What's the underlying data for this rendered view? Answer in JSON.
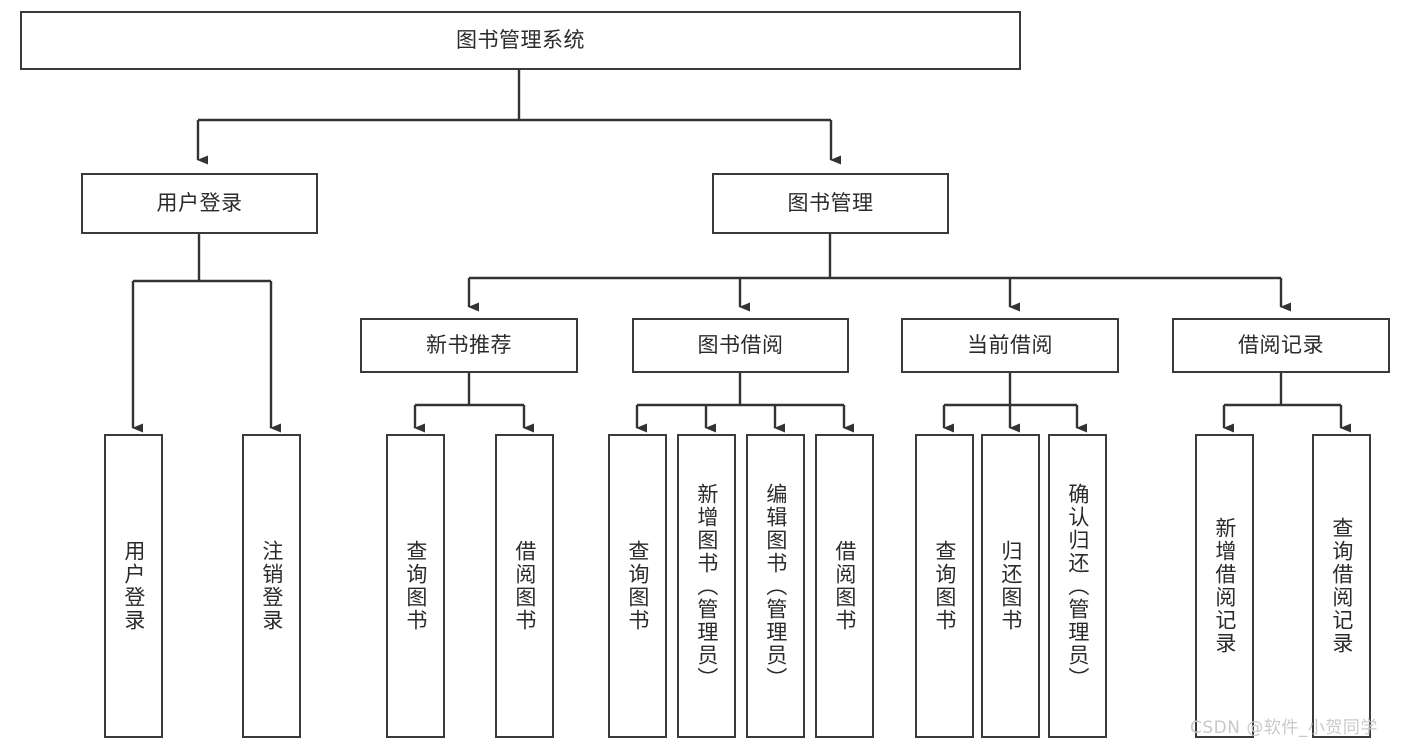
{
  "diagram": {
    "type": "hierarchy-tree",
    "title": "图书管理系统",
    "watermark": "CSDN @软件_小贺同学",
    "colors": {
      "border": "#3a3a3a",
      "text": "#2b2b2b",
      "background": "#ffffff",
      "edge": "#333333",
      "watermark": "#c9c9c9"
    },
    "nodes": {
      "root": {
        "label": "图书管理系统"
      },
      "level2": [
        {
          "id": "user-login",
          "label": "用户登录"
        },
        {
          "id": "book-manage",
          "label": "图书管理"
        }
      ],
      "level3": [
        {
          "id": "new-book-recommend",
          "label": "新书推荐"
        },
        {
          "id": "book-borrow",
          "label": "图书借阅"
        },
        {
          "id": "current-borrow",
          "label": "当前借阅"
        },
        {
          "id": "borrow-record",
          "label": "借阅记录"
        }
      ],
      "leaves": {
        "user-login": [
          {
            "id": "leaf-user-login",
            "label": "用户登录"
          },
          {
            "id": "leaf-logout-login",
            "label": "注销登录"
          }
        ],
        "new-book-recommend": [
          {
            "id": "leaf-query-book-1",
            "label": "查询图书"
          },
          {
            "id": "leaf-borrow-book-1",
            "label": "借阅图书"
          }
        ],
        "book-borrow": [
          {
            "id": "leaf-query-book-2",
            "label": "查询图书"
          },
          {
            "id": "leaf-add-book",
            "label": "新增图书（管理员）"
          },
          {
            "id": "leaf-edit-book",
            "label": "编辑图书（管理员）"
          },
          {
            "id": "leaf-borrow-book-2",
            "label": "借阅图书"
          }
        ],
        "current-borrow": [
          {
            "id": "leaf-query-book-3",
            "label": "查询图书"
          },
          {
            "id": "leaf-return-book",
            "label": "归还图书"
          },
          {
            "id": "leaf-confirm-return",
            "label": "确认归还（管理员）"
          }
        ],
        "borrow-record": [
          {
            "id": "leaf-add-record",
            "label": "新增借阅记录"
          },
          {
            "id": "leaf-query-record",
            "label": "查询借阅记录"
          }
        ]
      }
    }
  }
}
